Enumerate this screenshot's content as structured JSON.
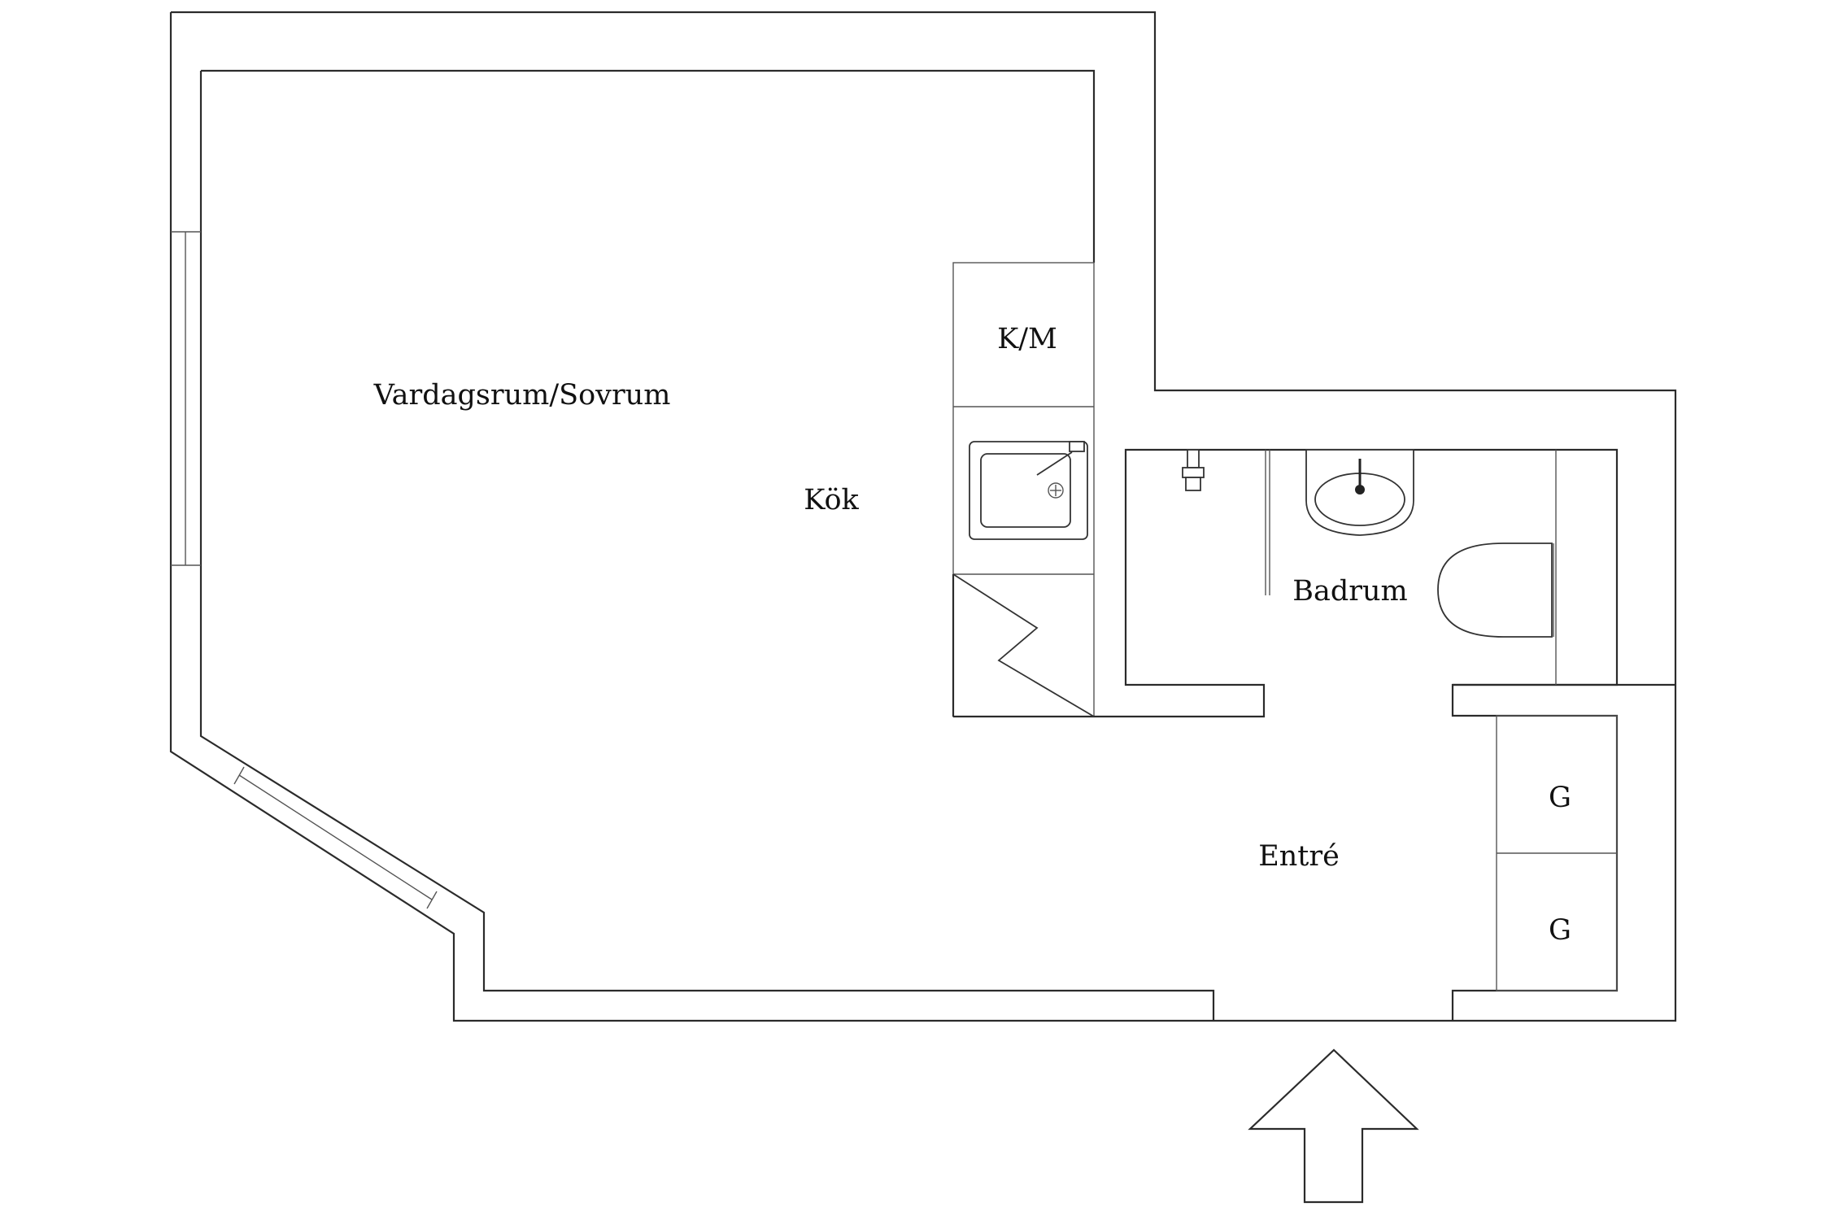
{
  "plan": {
    "rooms": {
      "living": "Vardagsrum/Sovrum",
      "kitchen": "Kök",
      "bathroom": "Badrum",
      "entrance": "Entré"
    },
    "fixtures": {
      "fridge_freezer": "K/M",
      "wardrobe_1": "G",
      "wardrobe_2": "G"
    }
  }
}
